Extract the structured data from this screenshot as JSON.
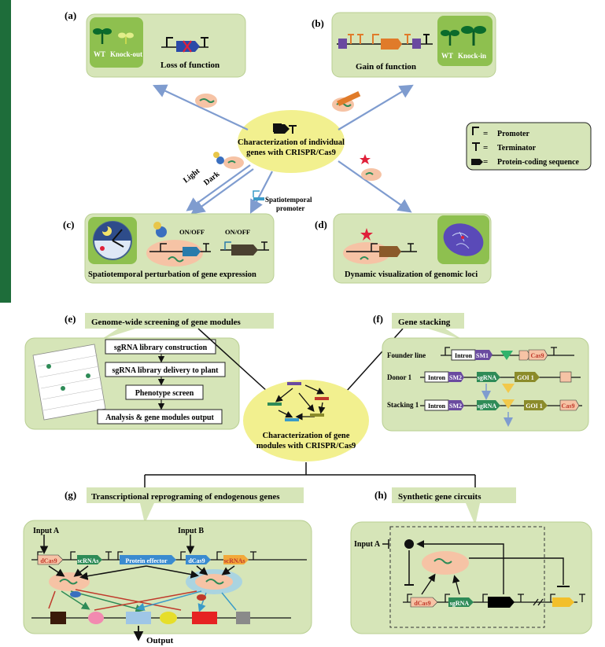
{
  "panels": {
    "a": {
      "letter": "(a)",
      "wt": "WT",
      "ko": "Knock-out",
      "title": "Loss of function"
    },
    "b": {
      "letter": "(b)",
      "wt": "WT",
      "ki": "Knock-in",
      "title": "Gain of function"
    },
    "c": {
      "letter": "(c)",
      "onoff1": "ON/OFF",
      "onoff2": "ON/OFF",
      "title": "Spatiotemporal  perturbation  of  gene  expression"
    },
    "d": {
      "letter": "(d)",
      "title": "Dynamic visualization of genomic loci"
    },
    "e": {
      "letter": "(e)",
      "title": "Genome-wide screening of gene modules",
      "steps": [
        "sgRNA library construction",
        "sgRNA library delivery to plant",
        "Phenotype screen",
        "Analysis & gene modules output"
      ]
    },
    "f": {
      "letter": "(f)",
      "title": "Gene stacking",
      "rows": {
        "founder": "Founder line",
        "donor": "Donor 1",
        "stacking": "Stacking 1"
      },
      "intron": "Intron",
      "sm1": "SM1",
      "sm2": "SM2",
      "sgrna": "sgRNA",
      "goi": "GOI 1",
      "cas9": "Cas9"
    },
    "g": {
      "letter": "(g)",
      "title": "Transcriptional reprograming of endogenous genes",
      "input_a": "Input A",
      "input_b": "Input B",
      "genes": [
        "dCas9",
        "scRNAs",
        "Protein effector",
        "dCas9",
        "scRNAs"
      ],
      "output": "Output"
    },
    "h": {
      "letter": "(h)",
      "title": "Synthetic gene circuits",
      "input_a": "Input A",
      "dcas9": "dCas9",
      "sgrna": "sgRNA"
    }
  },
  "center_top": {
    "line1": "Characterization  of individual",
    "line2": "genes with CRISPR/Cas9"
  },
  "center_bottom": {
    "line1": "Characterization  of gene",
    "line2": "modules with  CRISPR/Cas9"
  },
  "arrow_labels": {
    "light": "Light",
    "dark": "Dark",
    "spatio1": "Spatiotemporal",
    "spatio2": "promoter"
  },
  "legend": {
    "promoter": "Promoter",
    "terminator": "Terminator",
    "cds": "Protein-coding sequence",
    "eq": "="
  },
  "colors": {
    "panel_bg": "#d6e5b8",
    "panel_border": "#9bbb6a",
    "title_bg": "#d6e5b8",
    "center_bg": "#f2f08f",
    "arrow": "#7f9ccf",
    "sidebar": "#1e6d3a"
  }
}
